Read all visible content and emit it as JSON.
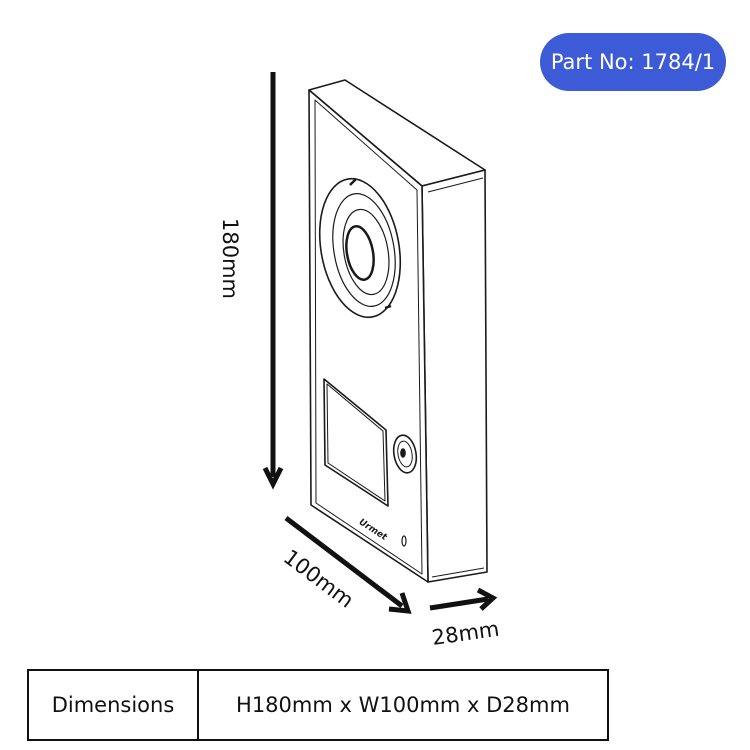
{
  "badge": {
    "text": "Part No: 1784/1",
    "color": "#3d5bd6"
  },
  "diagram": {
    "height_label": "180mm",
    "width_label": "100mm",
    "depth_label": "28mm",
    "logo_text": "Urmet"
  },
  "table": {
    "label": "Dimensions",
    "value": "H180mm x W100mm x D28mm"
  }
}
